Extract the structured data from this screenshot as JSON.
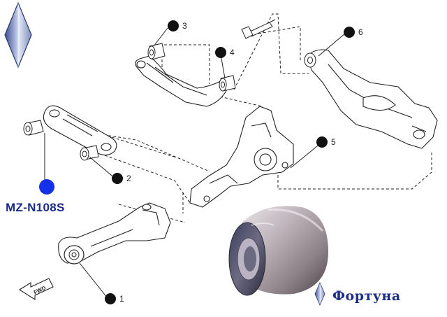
{
  "part_code": "MZ-N108S",
  "brand_name": "Фортуна",
  "fwd_label": "FWD",
  "callouts": [
    {
      "id": "1",
      "label": "1"
    },
    {
      "id": "2",
      "label": "2"
    },
    {
      "id": "3",
      "label": "3"
    },
    {
      "id": "4",
      "label": "4"
    },
    {
      "id": "5",
      "label": "5"
    },
    {
      "id": "6",
      "label": "6"
    }
  ],
  "colors": {
    "part_marker": "#1531e8",
    "brand_text": "#1d2e86",
    "part_code_text": "#1b2a8a",
    "line_art": "#222222"
  }
}
